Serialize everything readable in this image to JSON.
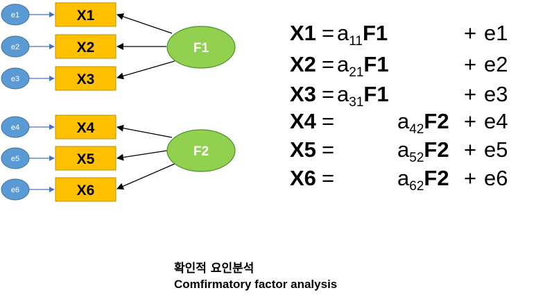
{
  "errors": [
    "e1",
    "e2",
    "e3",
    "e4",
    "e5",
    "e6"
  ],
  "observed": [
    "X1",
    "X2",
    "X3",
    "X4",
    "X5",
    "X6"
  ],
  "factors": [
    "F1",
    "F2"
  ],
  "equations": [
    {
      "lhs": "X1",
      "eq": "=",
      "coef": "a",
      "sub": "11",
      "factor": "F1",
      "plus": "+",
      "err": "e1"
    },
    {
      "lhs": "X2",
      "eq": "=",
      "coef": "a",
      "sub": "21",
      "factor": "F1",
      "plus": "+",
      "err": "e2"
    },
    {
      "lhs": "X3",
      "eq": "=",
      "coef": "a",
      "sub": "31",
      "factor": "F1",
      "plus": "+",
      "err": "e3"
    },
    {
      "lhs": "X4",
      "eq": "=",
      "coef": "a",
      "sub": "42",
      "factor": "F2",
      "plus": "+",
      "err": "e4"
    },
    {
      "lhs": "X5",
      "eq": "=",
      "coef": "a",
      "sub": "52",
      "factor": "F2",
      "plus": "+",
      "err": "e5"
    },
    {
      "lhs": "X6",
      "eq": "=",
      "coef": "a",
      "sub": "62",
      "factor": "F2",
      "plus": "+",
      "err": "e6"
    }
  ],
  "caption": {
    "korean": "확인적 요인분석",
    "english": "Comfirmatory factor analysis"
  },
  "colors": {
    "error_fill": "#5b9bd5",
    "error_stroke": "#41719c",
    "observed_fill": "#ffc000",
    "observed_stroke": "#bf9000",
    "factor_fill": "#92d050",
    "factor_stroke": "#4e8f2a",
    "arrow_blue": "#4472c4",
    "arrow_black": "#000000"
  }
}
